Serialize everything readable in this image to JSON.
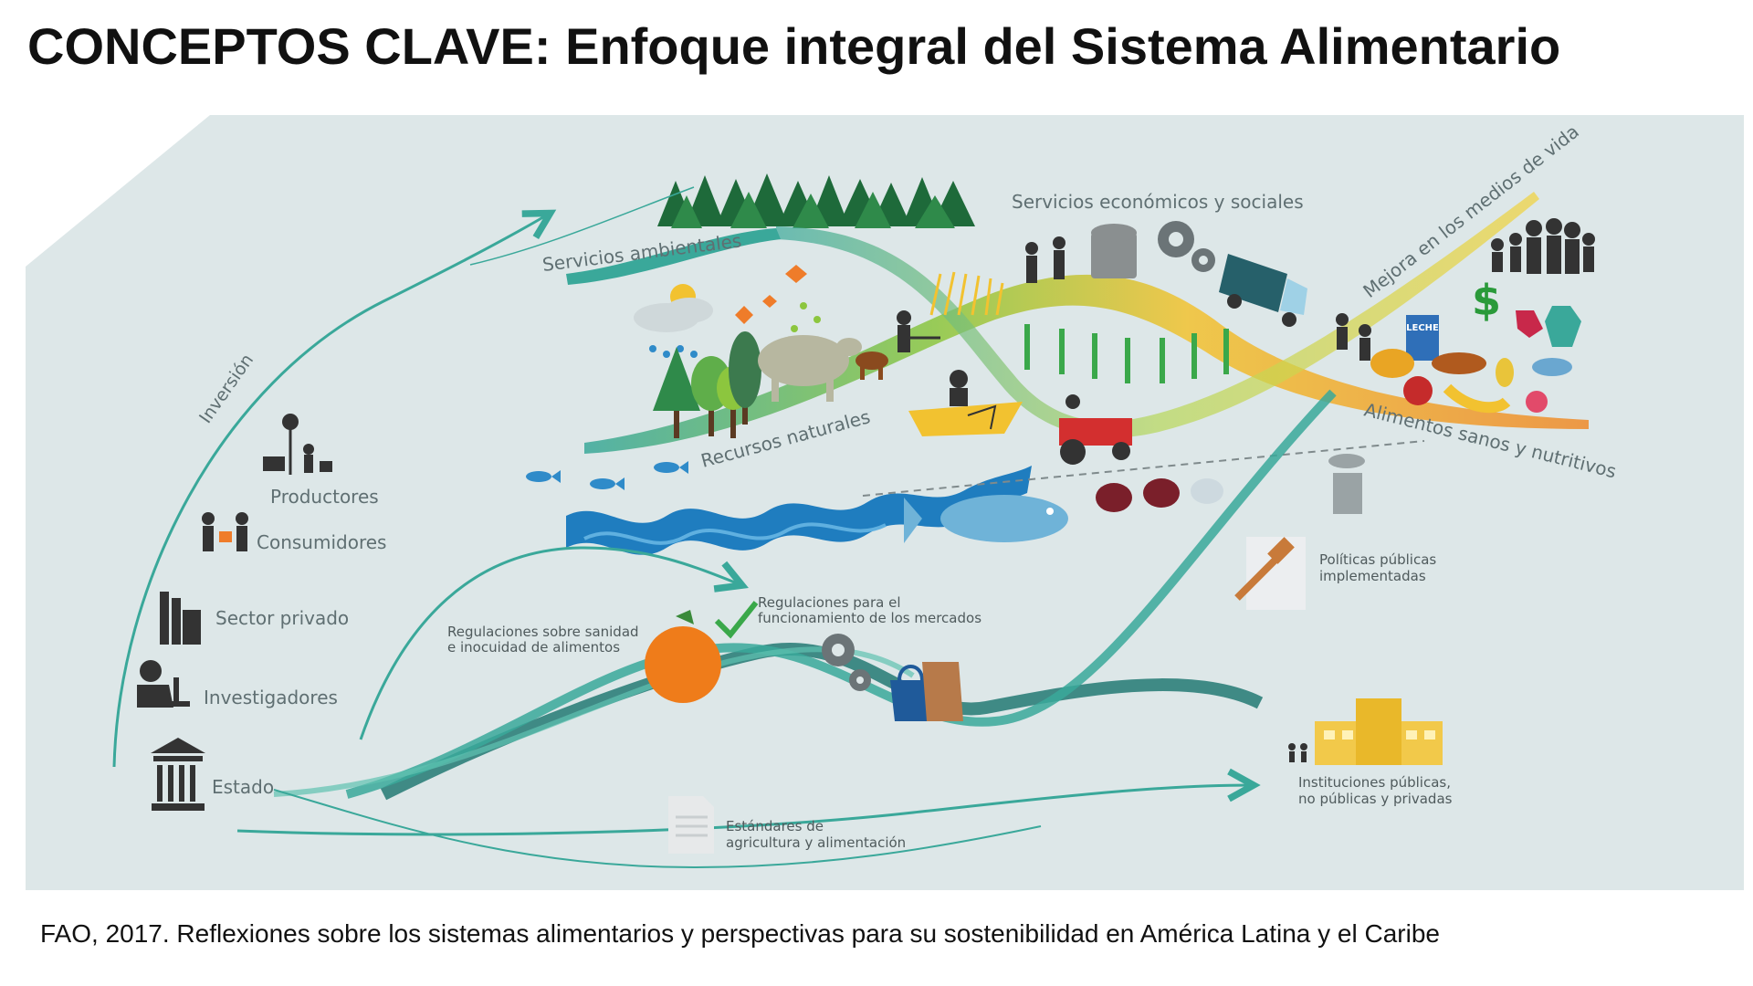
{
  "title": "CONCEPTOS CLAVE: Enfoque integral del Sistema Alimentario",
  "caption": "FAO, 2017. Reflexiones sobre los sistemas alimentarios y perspectivas para su sostenibilidad en América Latina y el Caribe",
  "colors": {
    "background_panel": "#dde7e8",
    "teal_dark": "#2e7f7a",
    "teal_mid": "#3aa89a",
    "green_band": "#8cc63e",
    "yellow_band": "#f2c230",
    "orange_band": "#ef8a2a",
    "water_blue": "#1f7dbf",
    "text_gray": "#5f6f72"
  },
  "diagram": {
    "flows": {
      "servicios_ambientales": "Servicios ambientales",
      "servicios_economicos": "Servicios económicos y sociales",
      "mejora_medios_vida": "Mejora en los medios de vida",
      "recursos_naturales": "Recursos naturales",
      "alimentos_sanos": "Alimentos sanos y nutritivos",
      "inversion": "Inversión"
    },
    "actors": [
      {
        "label": "Productores",
        "icon": "farmer-windmill-icon"
      },
      {
        "label": "Consumidores",
        "icon": "consumers-icon"
      },
      {
        "label": "Sector privado",
        "icon": "industry-icon"
      },
      {
        "label": "Investigadores",
        "icon": "researcher-microscope-icon"
      },
      {
        "label": "Estado",
        "icon": "government-building-icon"
      }
    ],
    "regulations": {
      "sanidad_line1": "Regulaciones sobre sanidad",
      "sanidad_line2": "e inocuidad de alimentos",
      "mercados_line1": "Regulaciones para el",
      "mercados_line2": "funcionamiento de los mercados",
      "politicas_line1": "Políticas públicas",
      "politicas_line2": "implementadas",
      "estandares_line1": "Estándares de",
      "estandares_line2": "agricultura y alimentación",
      "instituciones_line1": "Instituciones públicas,",
      "instituciones_line2": "no públicas y privadas"
    },
    "milk_label": "LECHE",
    "dollar_sign": "$"
  }
}
